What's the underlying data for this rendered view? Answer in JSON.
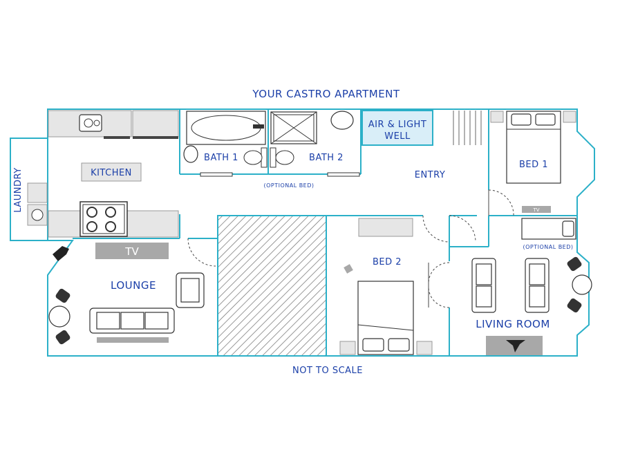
{
  "title": "YOUR CASTRO APARTMENT",
  "footer": "NOT TO SCALE",
  "rooms": {
    "kitchen": "KITCHEN",
    "laundry": "LAUNDRY",
    "bath1": "BATH 1",
    "bath2": "BATH 2",
    "air_light_line1": "AIR & LIGHT",
    "air_light_line2": "WELL",
    "entry": "ENTRY",
    "bed1": "BED 1",
    "bed2": "BED 2",
    "lounge": "LOUNGE",
    "living_room": "LIVING ROOM"
  },
  "labels": {
    "optional_bed_1": "(OPTIONAL BED)",
    "optional_bed_2": "(OPTIONAL BED)",
    "tv_lounge": "TV",
    "tv_bed1": "TV"
  },
  "colors": {
    "wall": "#2bb0c8",
    "text": "#1b3fa8",
    "fixture_grey": "#a8a8a8"
  },
  "icons": [
    "fireplace-icon",
    "stove-icon",
    "sofa-icon",
    "toilet-icon",
    "sink-icon",
    "bathtub-icon",
    "shower-icon"
  ]
}
